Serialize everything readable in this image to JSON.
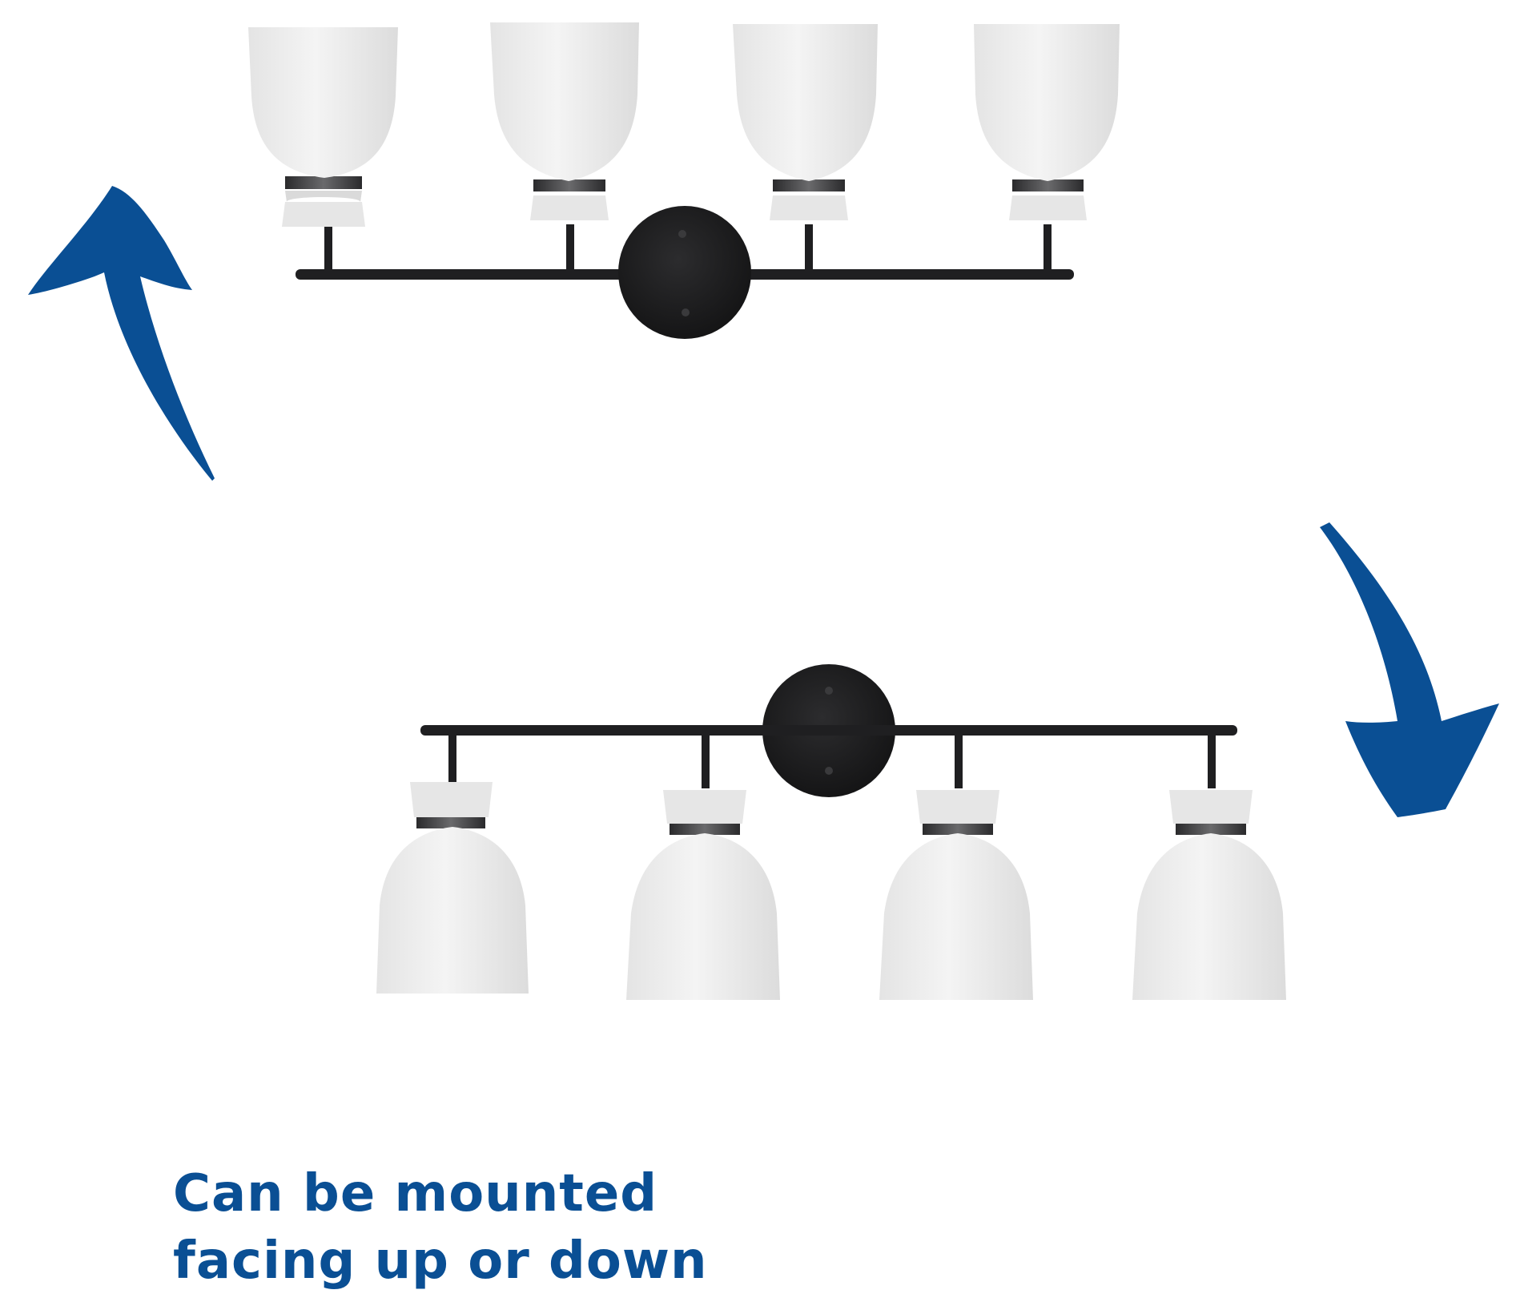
{
  "caption": {
    "line1": "Can be mounted",
    "line2": "facing up or down"
  },
  "colors": {
    "accent_blue": "#0a4f94",
    "fixture_black": "#1f1f21",
    "glass_white": "#eeeeee",
    "background": "#ffffff"
  },
  "illustration": {
    "fixture_up": {
      "orientation": "up",
      "shade_count": 4
    },
    "fixture_down": {
      "orientation": "down",
      "shade_count": 4
    },
    "arrow_left": {
      "direction": "up",
      "icon": "curved-arrow-up-icon"
    },
    "arrow_right": {
      "direction": "down",
      "icon": "curved-arrow-down-icon"
    }
  }
}
